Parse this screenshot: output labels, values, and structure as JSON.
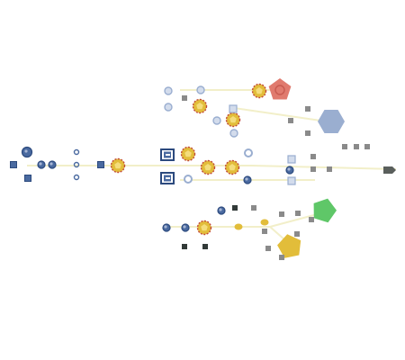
{
  "colors": {
    "background": "#ffffff",
    "blue": "#4a6aa0",
    "blue_dark": "#2c4a7e",
    "blue_light": "#a7b6d4",
    "slate": "#9aaed0",
    "gold": "#e2bd3a",
    "gold_ring": "#c24a3a",
    "red": "#e07a6e",
    "green": "#5fc768",
    "grey": "#8a8a8a",
    "dark": "#323a38",
    "rail": "#f2efc9"
  },
  "scene": {
    "nodes": [
      {
        "kind": "blue-core-node",
        "icon": "circle-node-icon",
        "interactable": true
      },
      {
        "kind": "blue-node",
        "icon": "square-node-icon",
        "interactable": true
      },
      {
        "kind": "blue-node",
        "icon": "circle-node-icon",
        "interactable": true
      },
      {
        "kind": "blue-node",
        "icon": "circle-node-icon",
        "interactable": true
      },
      {
        "kind": "blue-node",
        "icon": "square-node-icon",
        "interactable": true
      },
      {
        "kind": "blue-node",
        "icon": "ring-node-icon",
        "interactable": true
      },
      {
        "kind": "blue-node",
        "icon": "ring-node-icon",
        "interactable": true
      },
      {
        "kind": "blue-node",
        "icon": "ring-node-icon",
        "interactable": true
      },
      {
        "kind": "blue-node",
        "icon": "square-node-icon",
        "interactable": true
      },
      {
        "kind": "gold-node",
        "icon": "gold-star-icon",
        "interactable": true
      },
      {
        "kind": "blue-building",
        "icon": "block-building-icon",
        "interactable": true
      },
      {
        "kind": "blue-building",
        "icon": "block-building-icon",
        "interactable": true
      },
      {
        "kind": "gold-node",
        "icon": "gold-star-icon",
        "interactable": true
      },
      {
        "kind": "gold-node",
        "icon": "gold-star-icon",
        "interactable": true
      },
      {
        "kind": "gold-node",
        "icon": "gold-star-icon",
        "interactable": true
      },
      {
        "kind": "gold-node",
        "icon": "gold-star-icon",
        "interactable": true
      },
      {
        "kind": "gold-node",
        "icon": "gold-star-icon",
        "interactable": true
      },
      {
        "kind": "gold-node",
        "icon": "gold-star-icon",
        "interactable": true
      },
      {
        "kind": "gold-node",
        "icon": "gold-star-icon",
        "interactable": true
      },
      {
        "kind": "gold-small-node",
        "icon": "gold-dot-icon",
        "interactable": true
      },
      {
        "kind": "gold-small-node",
        "icon": "gold-dot-icon",
        "interactable": true
      },
      {
        "kind": "red-hub",
        "icon": "red-pentagon-icon",
        "interactable": true
      },
      {
        "kind": "slate-hub",
        "icon": "slate-hexagon-icon",
        "interactable": true
      },
      {
        "kind": "green-hub",
        "icon": "green-hexagon-icon",
        "interactable": true
      },
      {
        "kind": "gold-hub",
        "icon": "gold-hexagon-icon",
        "interactable": true
      },
      {
        "kind": "slate-node",
        "icon": "slate-circle-icon",
        "interactable": true
      },
      {
        "kind": "slate-node",
        "icon": "slate-circle-icon",
        "interactable": true
      },
      {
        "kind": "slate-node",
        "icon": "slate-circle-icon",
        "interactable": true
      },
      {
        "kind": "slate-node",
        "icon": "slate-circle-icon",
        "interactable": true
      },
      {
        "kind": "slate-node",
        "icon": "slate-square-icon",
        "interactable": true
      },
      {
        "kind": "slate-node",
        "icon": "slate-circle-icon",
        "interactable": true
      },
      {
        "kind": "slate-node",
        "icon": "slate-ring-icon",
        "interactable": true
      },
      {
        "kind": "slate-node",
        "icon": "slate-ring-icon",
        "interactable": true
      },
      {
        "kind": "slate-node",
        "icon": "slate-square-icon",
        "interactable": true
      },
      {
        "kind": "slate-node",
        "icon": "slate-square-icon",
        "interactable": true
      },
      {
        "kind": "blue-node",
        "icon": "circle-node-icon",
        "interactable": true
      },
      {
        "kind": "blue-node",
        "icon": "circle-node-icon",
        "interactable": true
      },
      {
        "kind": "blue-node",
        "icon": "circle-node-icon",
        "interactable": true
      },
      {
        "kind": "blue-node",
        "icon": "circle-node-icon",
        "interactable": true
      },
      {
        "kind": "blue-node",
        "icon": "circle-node-icon",
        "interactable": true
      },
      {
        "kind": "grey-marker",
        "icon": "grey-square-icon",
        "interactable": false
      },
      {
        "kind": "grey-marker",
        "icon": "grey-square-icon",
        "interactable": false
      },
      {
        "kind": "grey-marker",
        "icon": "grey-square-icon",
        "interactable": false
      },
      {
        "kind": "grey-marker",
        "icon": "grey-square-icon",
        "interactable": false
      },
      {
        "kind": "grey-marker",
        "icon": "grey-square-icon",
        "interactable": false
      },
      {
        "kind": "grey-marker",
        "icon": "grey-square-icon",
        "interactable": false
      },
      {
        "kind": "grey-marker",
        "icon": "grey-square-icon",
        "interactable": false
      },
      {
        "kind": "grey-marker",
        "icon": "grey-square-icon",
        "interactable": false
      },
      {
        "kind": "grey-marker",
        "icon": "grey-square-icon",
        "interactable": false
      },
      {
        "kind": "grey-marker",
        "icon": "grey-square-icon",
        "interactable": false
      },
      {
        "kind": "grey-marker",
        "icon": "grey-square-icon",
        "interactable": false
      },
      {
        "kind": "grey-marker",
        "icon": "grey-square-icon",
        "interactable": false
      },
      {
        "kind": "grey-marker",
        "icon": "grey-square-icon",
        "interactable": false
      },
      {
        "kind": "grey-marker",
        "icon": "grey-square-icon",
        "interactable": false
      },
      {
        "kind": "grey-marker",
        "icon": "grey-square-icon",
        "interactable": false
      },
      {
        "kind": "grey-marker",
        "icon": "grey-square-icon",
        "interactable": false
      },
      {
        "kind": "grey-marker",
        "icon": "grey-square-icon",
        "interactable": false
      },
      {
        "kind": "grey-marker",
        "icon": "grey-square-icon",
        "interactable": false
      },
      {
        "kind": "dark-marker",
        "icon": "dark-square-icon",
        "interactable": false
      },
      {
        "kind": "dark-marker",
        "icon": "dark-square-icon",
        "interactable": false
      },
      {
        "kind": "dark-marker",
        "icon": "dark-square-icon",
        "interactable": false
      },
      {
        "kind": "exit-arrow",
        "icon": "arrow-right-icon",
        "interactable": true
      }
    ]
  }
}
